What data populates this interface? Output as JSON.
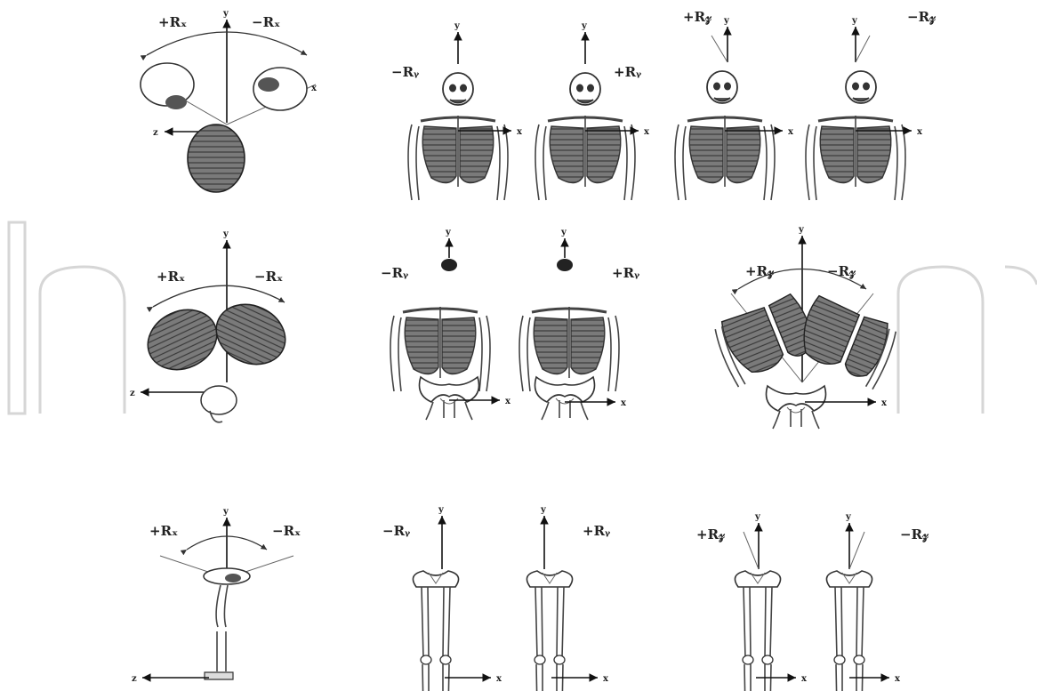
{
  "watermark": {
    "text": "IntechOpen",
    "color": "#d4d4d4"
  },
  "rows": [
    {
      "segment": "head",
      "panels": [
        {
          "plus": "+Rₓ",
          "minus": "−Rₓ",
          "axes": [
            "y",
            "z",
            "x"
          ]
        },
        {
          "left": "−Rᵧ",
          "right": "+Rᵧ",
          "axes": [
            "y",
            "x"
          ]
        },
        {
          "left": "+R𝓏",
          "right": "−R𝓏",
          "axes": [
            "y",
            "x"
          ]
        }
      ]
    },
    {
      "segment": "trunk",
      "panels": [
        {
          "plus": "+Rₓ",
          "minus": "−Rₓ",
          "axes": [
            "y",
            "z"
          ]
        },
        {
          "left": "−Rᵧ",
          "right": "+Rᵧ",
          "axes": [
            "y",
            "x"
          ]
        },
        {
          "left": "+R𝓏",
          "right": "−R𝓏",
          "axes": [
            "y",
            "x"
          ]
        }
      ]
    },
    {
      "segment": "lower-limb",
      "panels": [
        {
          "plus": "+Rₓ",
          "minus": "−Rₓ",
          "axes": [
            "y",
            "z"
          ]
        },
        {
          "left": "−Rᵧ",
          "right": "+Rᵧ",
          "axes": [
            "y",
            "x"
          ]
        },
        {
          "left": "+R𝓏",
          "right": "−R𝓏",
          "axes": [
            "y",
            "x"
          ]
        }
      ]
    }
  ]
}
